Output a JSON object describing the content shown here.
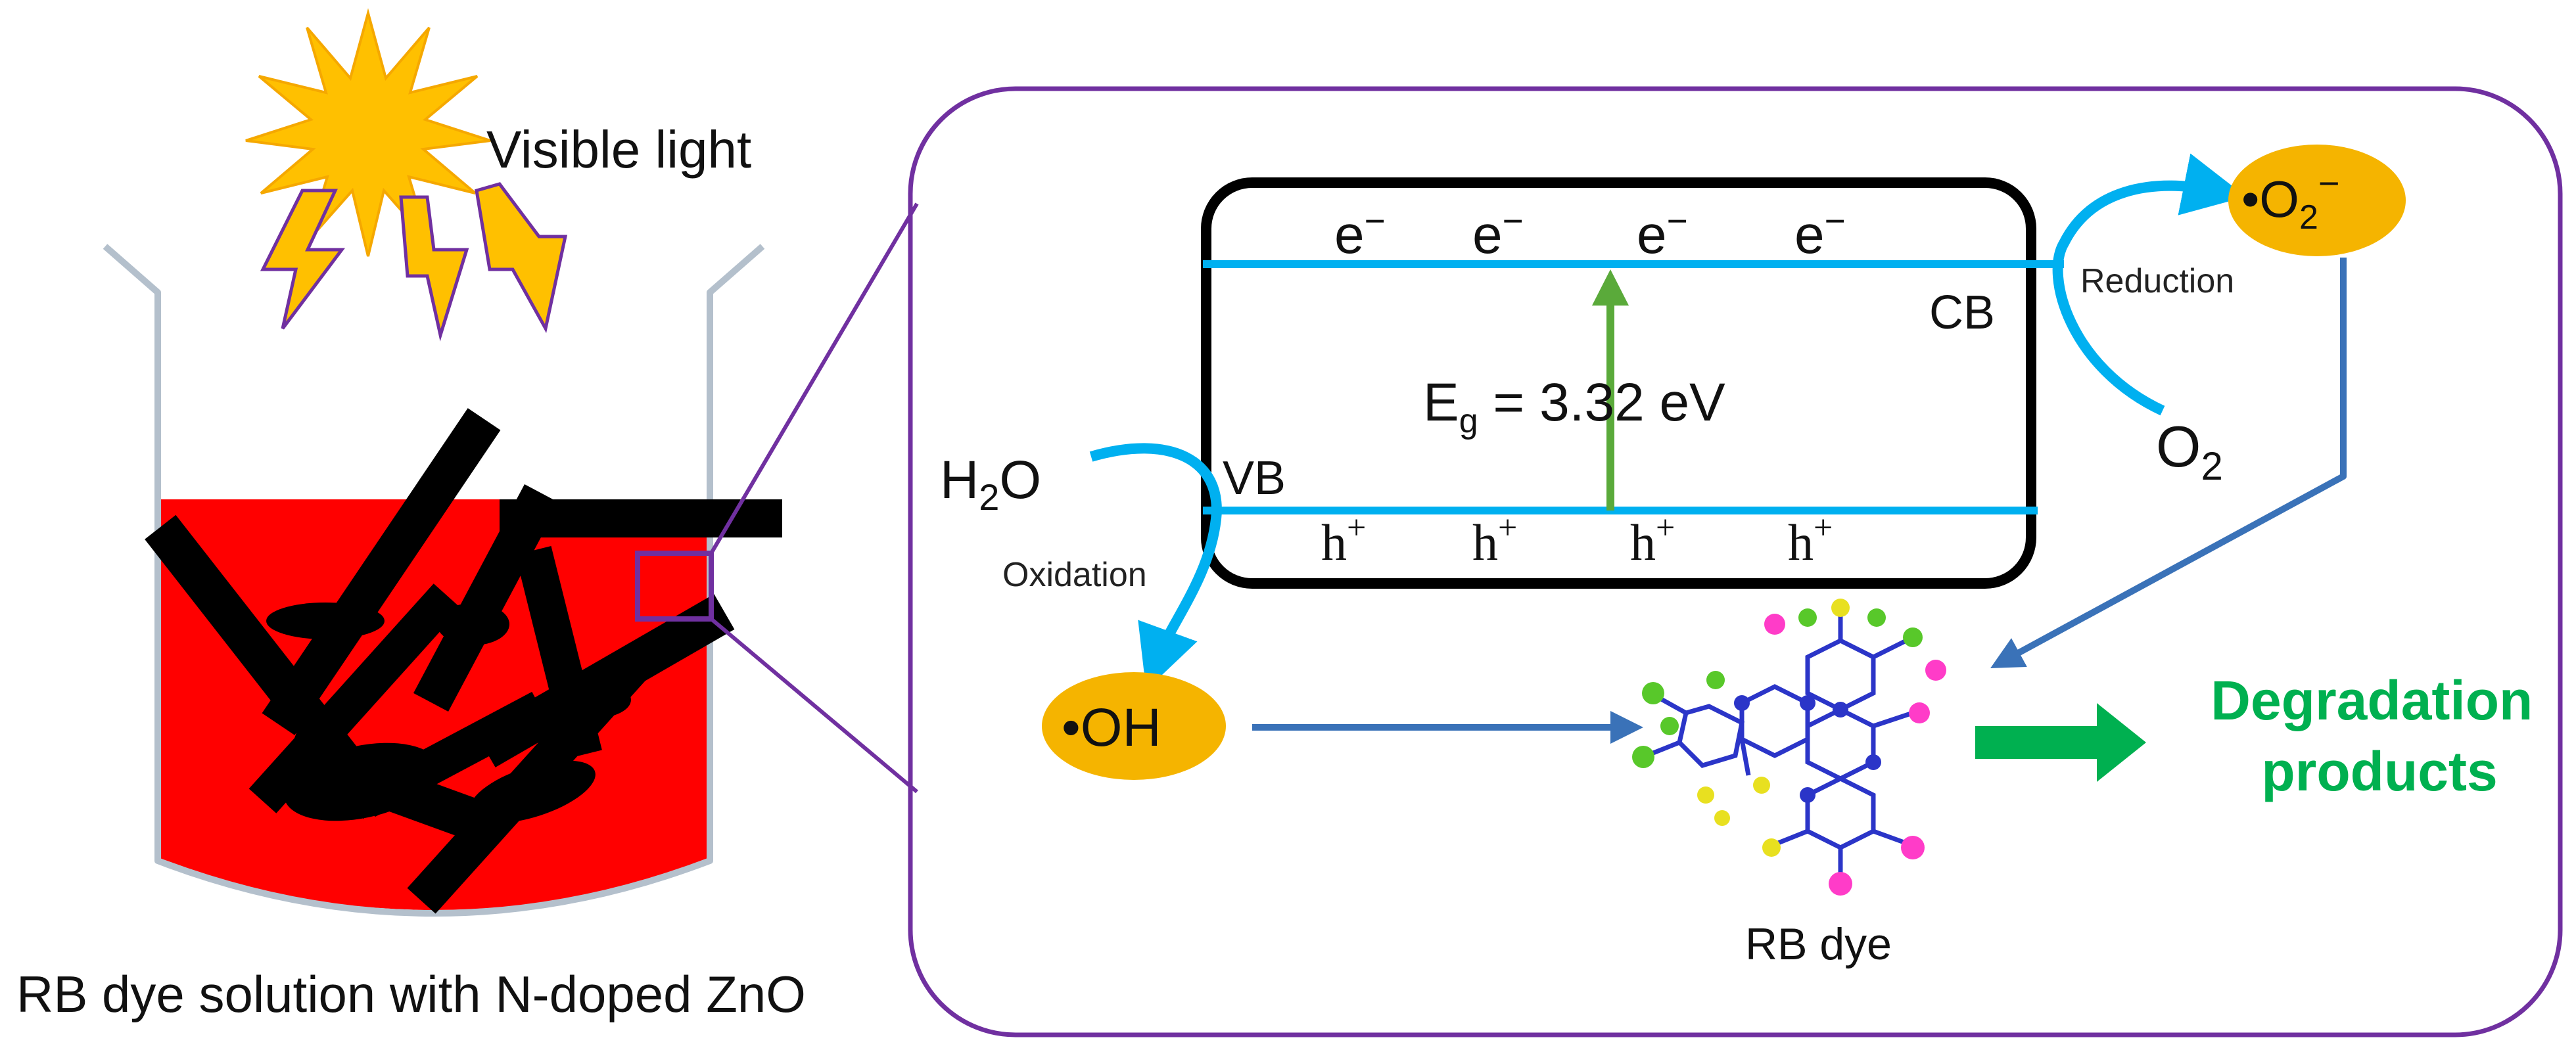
{
  "light": {
    "label": "Visible light"
  },
  "beaker": {
    "caption": "RB dye solution with N-doped ZnO"
  },
  "band": {
    "electron": "e",
    "electron_charge": "−",
    "hole": "h",
    "hole_charge": "+",
    "cb": "CB",
    "vb": "VB",
    "gap_symbol": "E",
    "gap_subscript": "g",
    "gap_value": " = 3.32 eV"
  },
  "species": {
    "water_h": "H",
    "water_sub": "2",
    "water_o": "O",
    "oxygen": "O",
    "oxygen_sub": "2",
    "superoxide_base": "•O",
    "superoxide_sub": "2",
    "superoxide_sup": "−",
    "hydroxyl": "•OH"
  },
  "processes": {
    "reduction": "Reduction",
    "oxidation": "Oxidation"
  },
  "dye": {
    "label": "RB dye"
  },
  "products": {
    "line1": "Degradation",
    "line2": "products"
  },
  "colors": {
    "dye_solution": "#ff0000",
    "sun": "#ffc000",
    "bolt_outline": "#7030a0",
    "panel_border": "#7030a0",
    "band_line": "#00b0f0",
    "excite_arrow": "#5aaa3a",
    "radical_fill": "#f5b400",
    "flow_arrow": "#3a72b8",
    "product_arrow": "#00b050",
    "product_text": "#00b050"
  }
}
